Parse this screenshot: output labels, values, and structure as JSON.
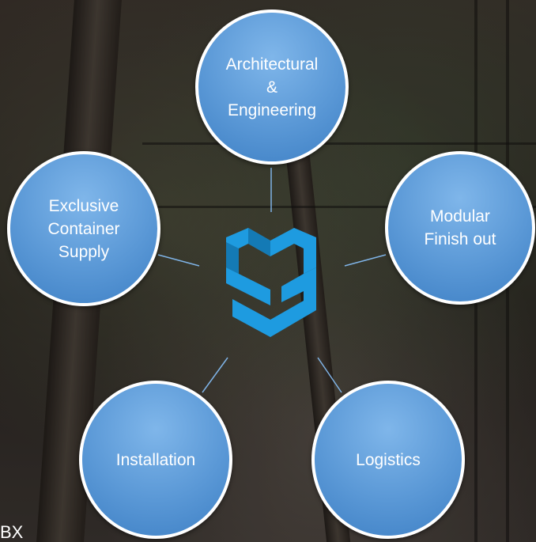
{
  "diagram": {
    "center_logo": "logo",
    "nodes": [
      {
        "id": "architectural-engineering",
        "label": "Architectural\n&\nEngineering"
      },
      {
        "id": "modular-finish-out",
        "label": "Modular\nFinish out"
      },
      {
        "id": "logistics",
        "label": "Logistics"
      },
      {
        "id": "installation",
        "label": "Installation"
      },
      {
        "id": "exclusive-container-supply",
        "label": "Exclusive\nContainer\nSupply"
      }
    ],
    "node_color": "#5a98d6",
    "logo_color": "#1e9be0",
    "corner_text": "BX"
  }
}
